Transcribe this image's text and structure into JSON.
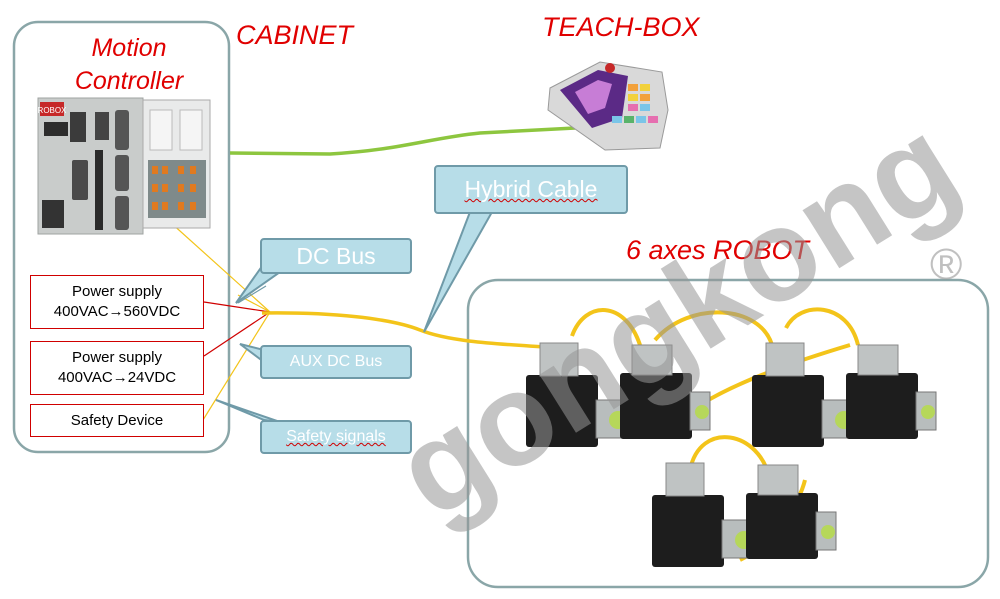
{
  "cabinet": {
    "title": "CABINET",
    "motion_controller_line1": "Motion",
    "motion_controller_line2": "Controller",
    "controller_logo": "ROBOX"
  },
  "teach_box": {
    "title": "TEACH-BOX"
  },
  "robot": {
    "title": "6 axes ROBOT"
  },
  "callouts": {
    "hybrid_cable": "Hybrid Cable",
    "dc_bus": "DC Bus",
    "aux_dc_bus": "AUX DC Bus",
    "safety_signals": "Safety signals"
  },
  "boxes": {
    "power_supply_1_line1": "Power supply",
    "power_supply_1_line2": "400VAC→560VDC",
    "power_supply_2_line1": "Power supply",
    "power_supply_2_line2": "400VAC→24VDC",
    "safety_device": "Safety Device"
  },
  "watermark": {
    "text": "gongkong",
    "mark": "®"
  },
  "colors": {
    "title_red": "#e00000",
    "callout_fill": "#b7dde8",
    "cable_yellow": "#f3c41a",
    "cable_green": "#8dc63f",
    "frame_border": "#8aa6a8"
  }
}
